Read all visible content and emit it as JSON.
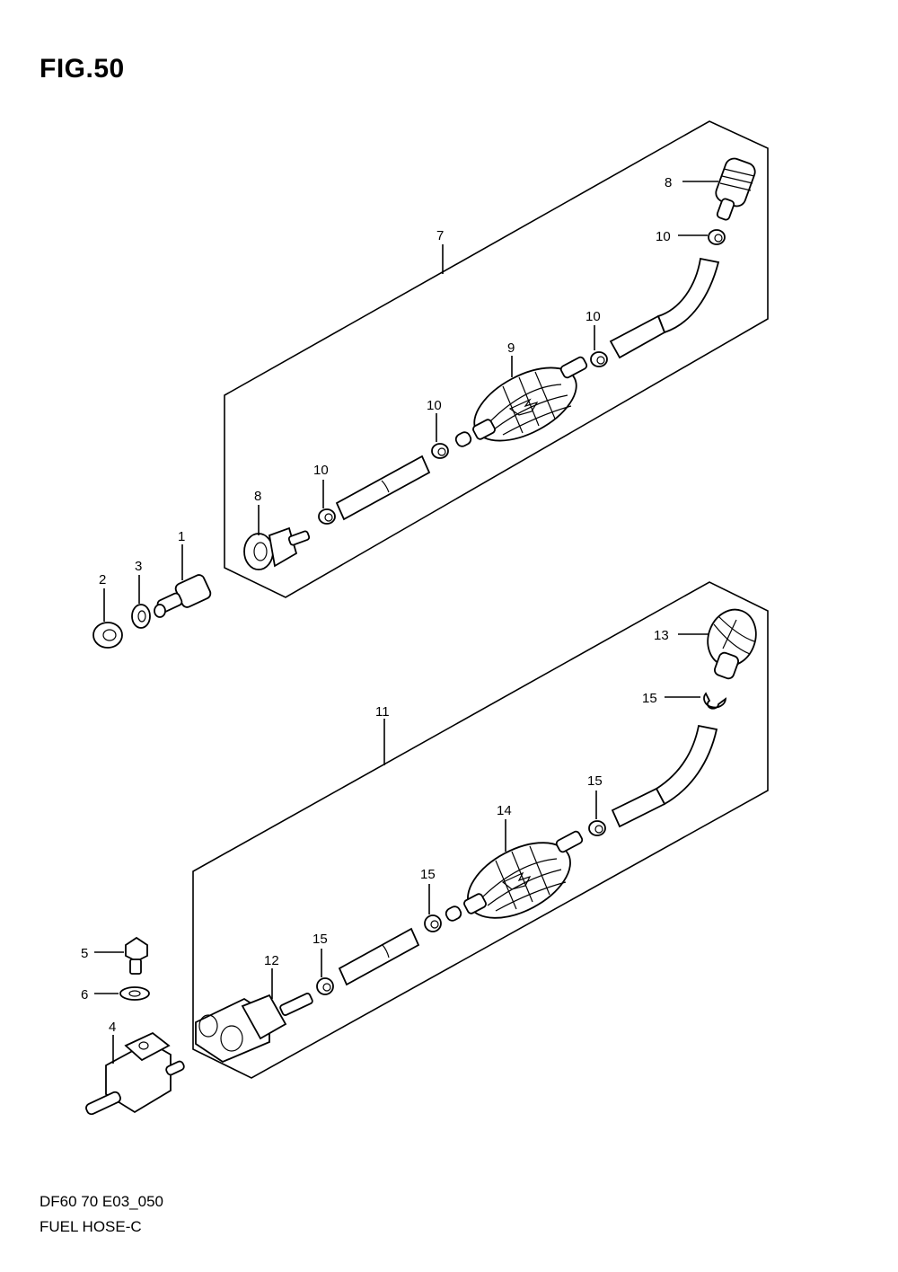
{
  "title": "FIG.50",
  "footer": {
    "code": "DF60 70 E03_050",
    "name": "FUEL HOSE-C"
  },
  "labels": {
    "l1": "1",
    "l2": "2",
    "l3": "3",
    "l4": "4",
    "l5": "5",
    "l6": "6",
    "l7": "7",
    "l8a": "8",
    "l8b": "8",
    "l9": "9",
    "l10a": "10",
    "l10b": "10",
    "l10c": "10",
    "l10d": "10",
    "l11": "11",
    "l12": "12",
    "l13": "13",
    "l14": "14",
    "l15a": "15",
    "l15b": "15",
    "l15c": "15",
    "l15d": "15"
  }
}
